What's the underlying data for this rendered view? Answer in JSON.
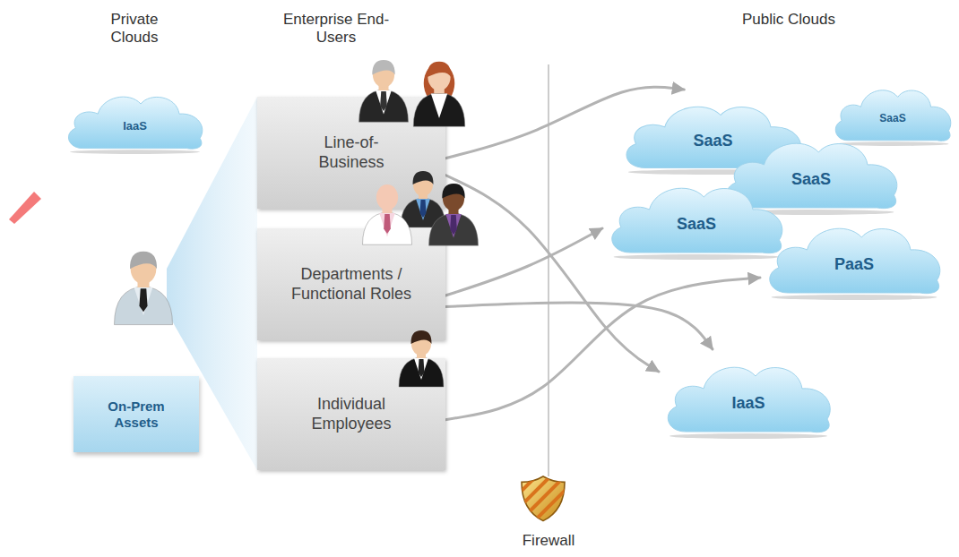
{
  "diagram": {
    "nodes": [
      {
        "text": [
          "IaaS"
        ]
      },
      {
        "text": [
          "On-Prem Assets"
        ]
      },
      {
        "text": [
          "Line-of-Business"
        ]
      },
      {
        "text": [
          "Departments / Functional Roles"
        ]
      },
      {
        "text": [
          "Individual Employees"
        ]
      },
      {
        "text": [
          "SaaS"
        ]
      },
      {
        "text": [
          "SaaS"
        ]
      },
      {
        "text": [
          "SaaS"
        ]
      },
      {
        "text": [
          "SaaS"
        ]
      },
      {
        "text": [
          "PaaS"
        ]
      },
      {
        "text": [
          "IaaS"
        ]
      }
    ],
    "edges": [
      {
        "from": 2,
        "to": 5,
        "arrow": "to"
      },
      {
        "from": 2,
        "to": 10,
        "arrow": "to"
      },
      {
        "from": 3,
        "to": 8,
        "arrow": "to"
      },
      {
        "from": 3,
        "to": 10,
        "arrow": "to"
      },
      {
        "from": 4,
        "to": 9,
        "arrow": "to"
      }
    ],
    "labels": [
      "Private Clouds",
      "Enterprise End-Users",
      "Public Clouds",
      "Firewall"
    ]
  }
}
